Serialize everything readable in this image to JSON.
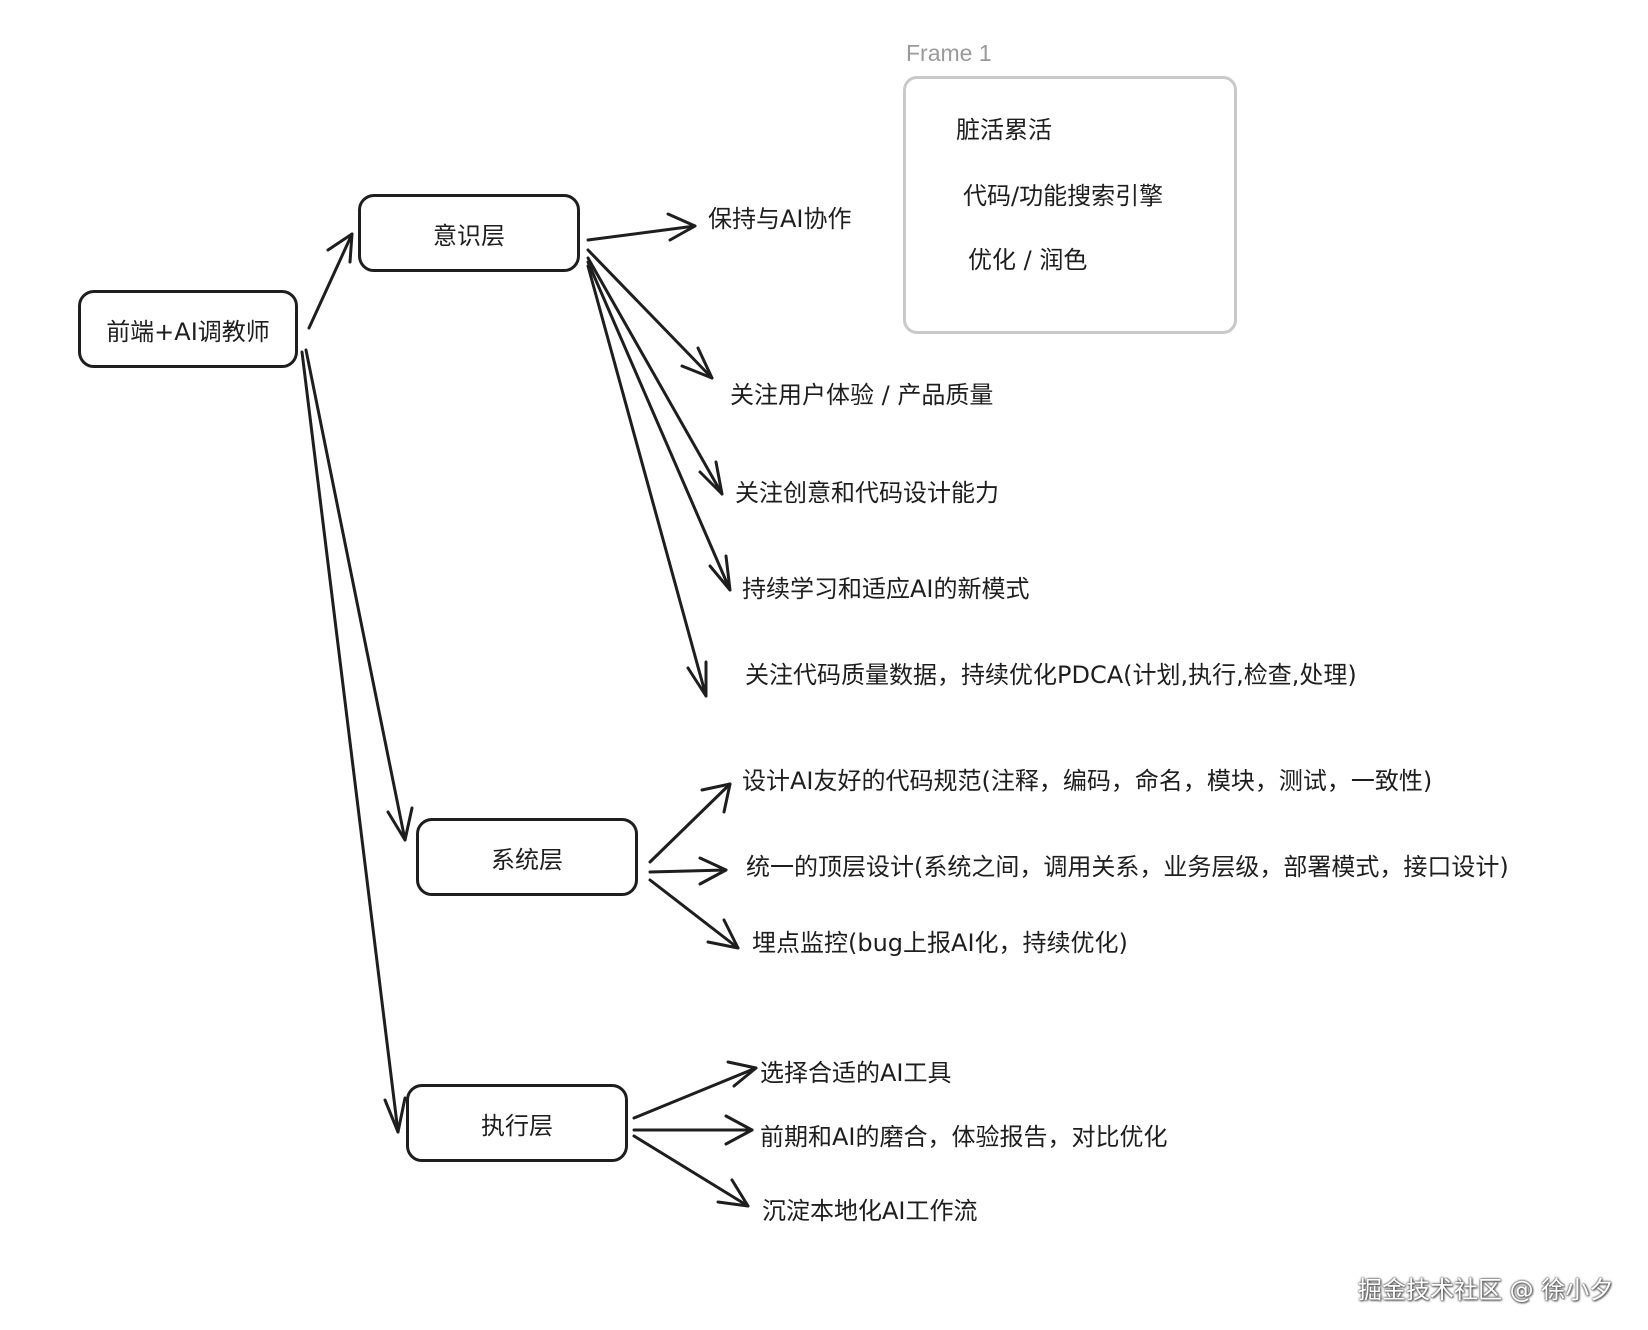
{
  "frame": {
    "title": "Frame 1",
    "items": [
      "脏活累活",
      "代码/功能搜索引擎",
      "优化 / 润色"
    ]
  },
  "nodes": {
    "root": "前端+AI调教师",
    "awareness": "意识层",
    "system": "系统层",
    "execution": "执行层"
  },
  "awareness_items": [
    "保持与AI协作",
    "关注用户体验 / 产品质量",
    "关注创意和代码设计能力",
    "持续学习和适应AI的新模式",
    "关注代码质量数据，持续优化PDCA(计划,执行,检查,处理)"
  ],
  "system_items": [
    "设计AI友好的代码规范(注释，编码，命名，模块，测试，一致性)",
    "统一的顶层设计(系统之间，调用关系，业务层级，部署模式，接口设计)",
    "埋点监控(bug上报AI化，持续优化)"
  ],
  "execution_items": [
    "选择合适的AI工具",
    "前期和AI的磨合，体验报告，对比优化",
    "沉淀本地化AI工作流"
  ],
  "watermark": "掘金技术社区 @ 徐小夕"
}
